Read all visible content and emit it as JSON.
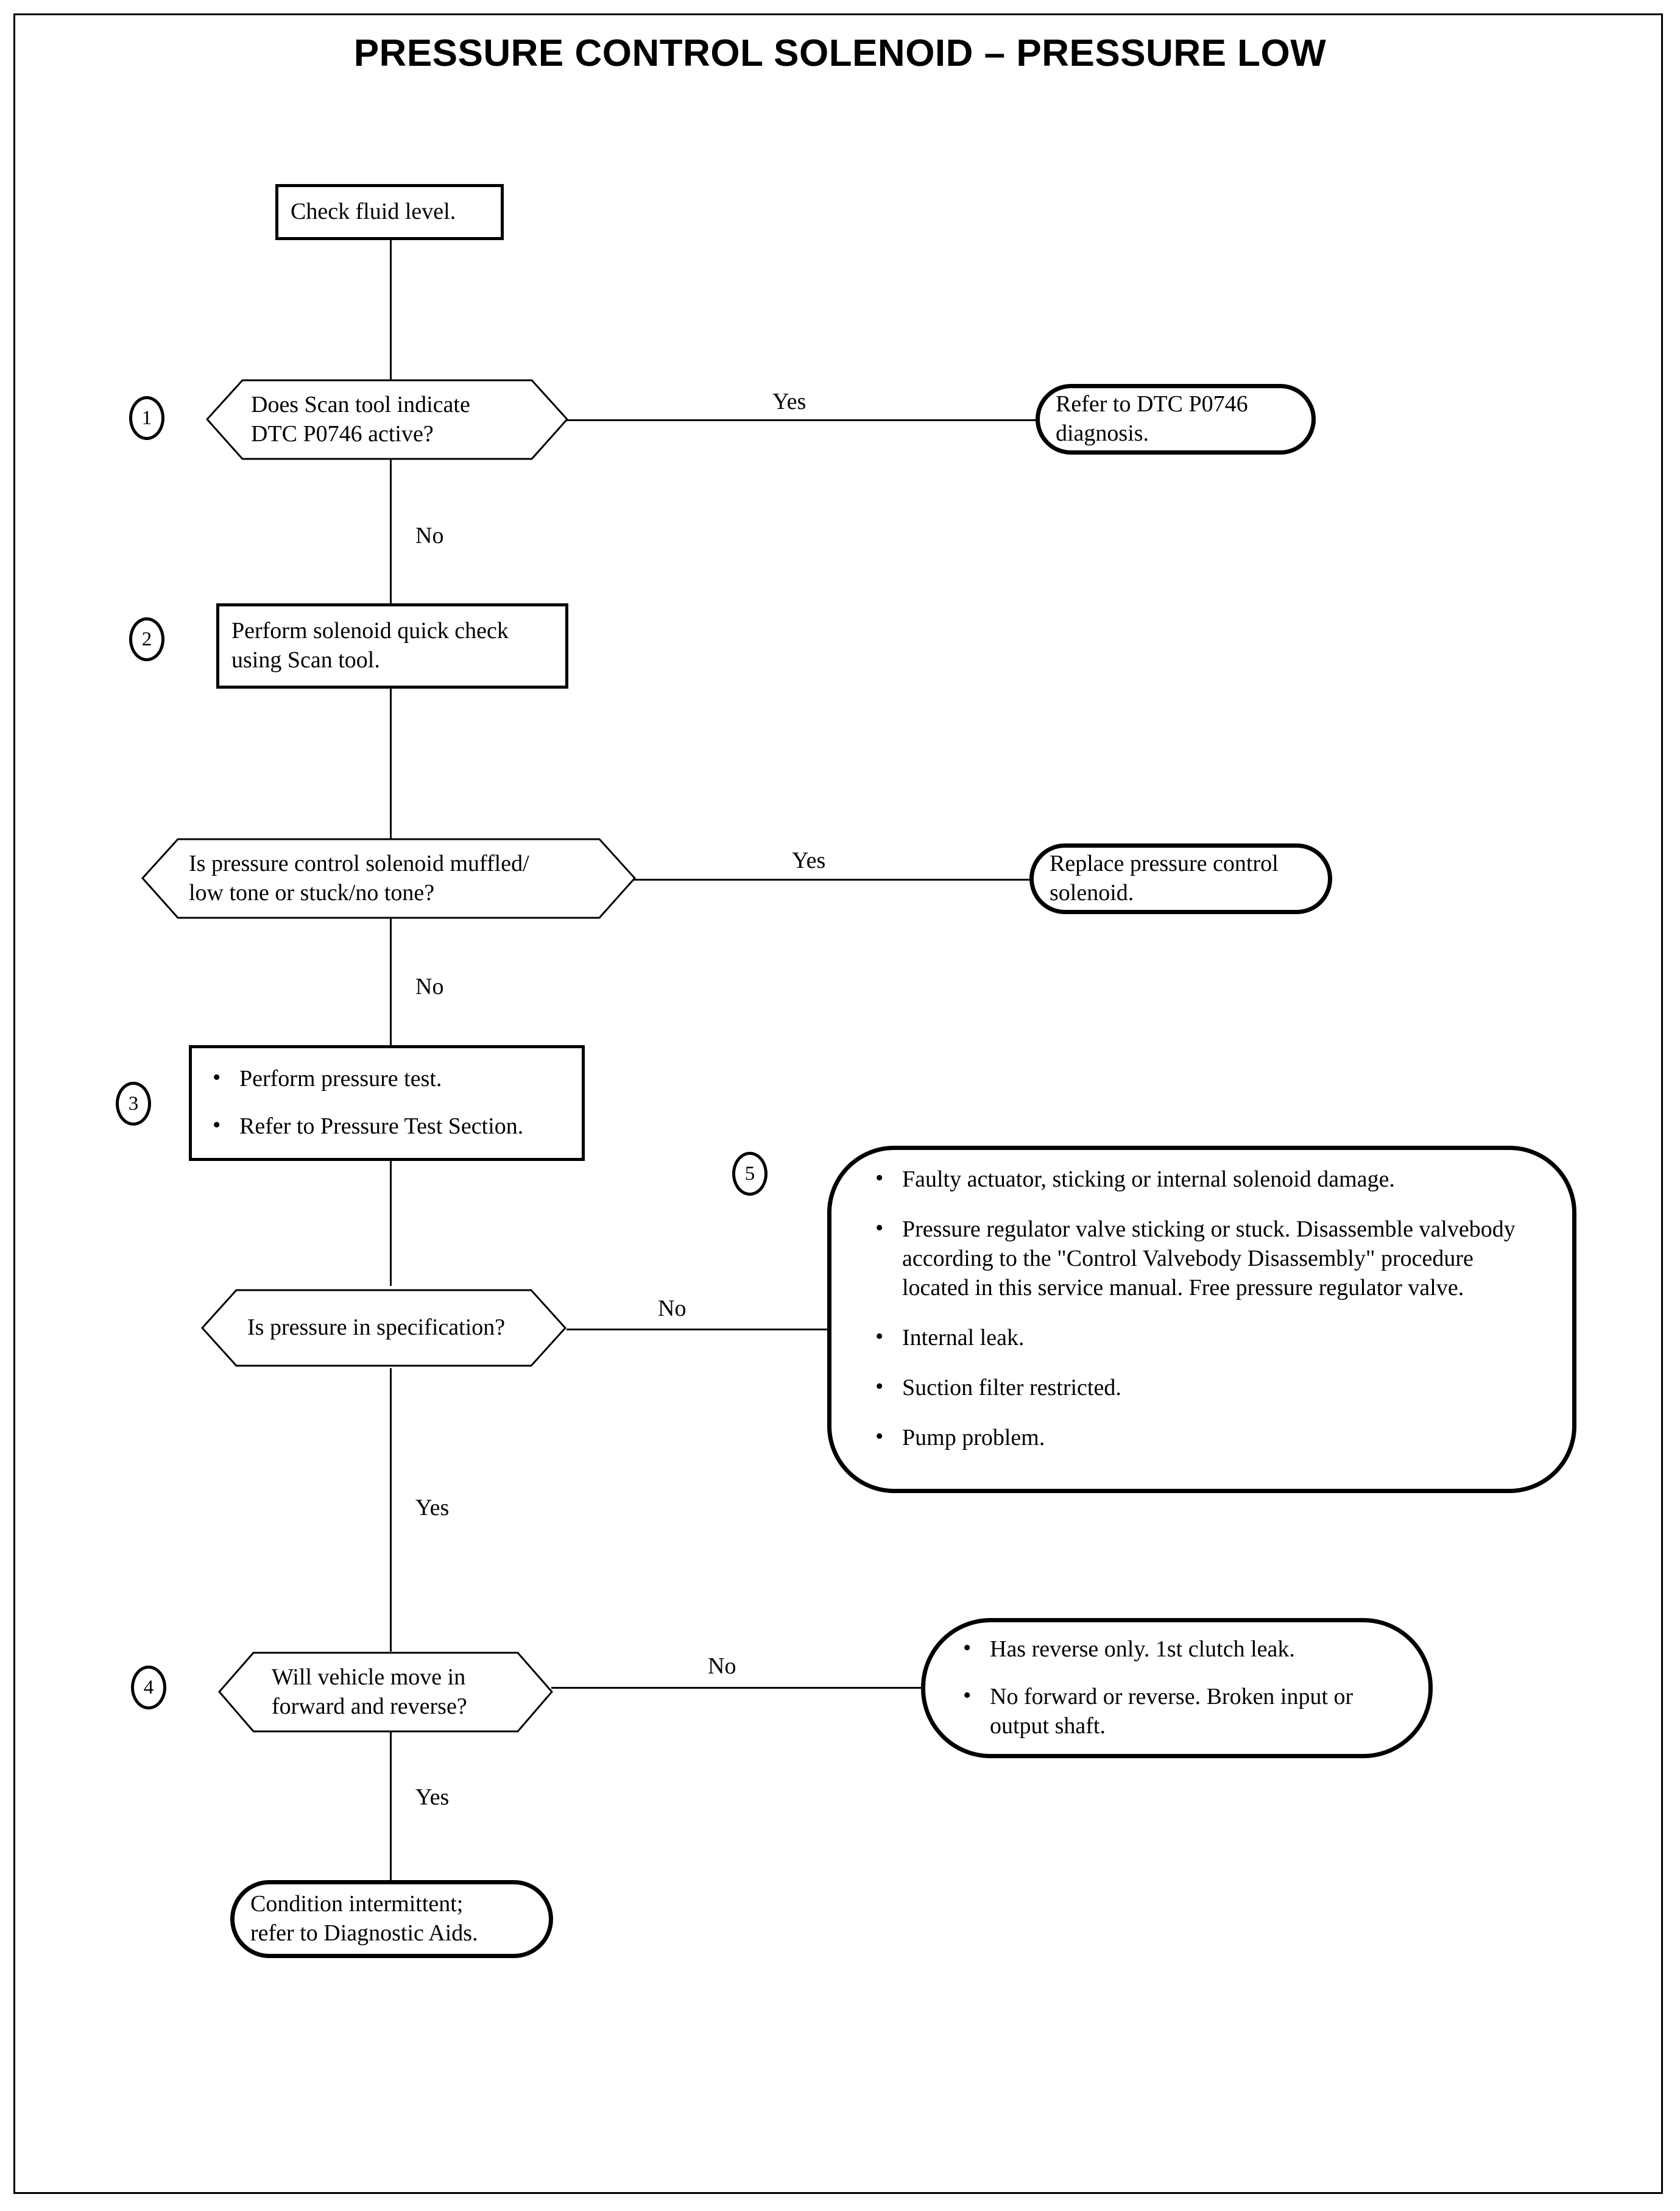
{
  "page": {
    "title": "PRESSURE CONTROL SOLENOID – PRESSURE LOW",
    "frame_color": "#000000",
    "background": "#ffffff",
    "text_color": "#000000"
  },
  "nodes": {
    "start": {
      "type": "process",
      "text": "Check fluid level."
    },
    "decision1": {
      "type": "decision",
      "marker": "1",
      "line1": "Does Scan tool indicate",
      "line2": "DTC P0746 active?"
    },
    "result1": {
      "type": "terminal",
      "line1": "Refer to DTC P0746",
      "line2": "diagnosis."
    },
    "step2": {
      "type": "process",
      "marker": "2",
      "line1": "Perform solenoid quick check",
      "line2": "using Scan tool."
    },
    "decision2": {
      "type": "decision",
      "line1": "Is pressure control solenoid muffled/",
      "line2": "low tone or stuck/no tone?"
    },
    "result2": {
      "type": "terminal",
      "line1": "Replace pressure control",
      "line2": "solenoid."
    },
    "step3": {
      "type": "process",
      "marker": "3",
      "bullets": [
        "Perform pressure test.",
        "Refer to Pressure Test Section."
      ]
    },
    "decision3": {
      "type": "decision",
      "line1": "Is pressure in specification?"
    },
    "causes5": {
      "type": "terminal",
      "marker": "5",
      "bullets": [
        "Faulty actuator, sticking or internal solenoid damage.",
        "Pressure regulator valve sticking or stuck. Disassemble valvebody according to the \"Control Valvebody Disassembly\" procedure located in this service manual. Free pressure regulator valve.",
        "Internal leak.",
        "Suction filter restricted.",
        "Pump problem."
      ]
    },
    "decision4": {
      "type": "decision",
      "marker": "4",
      "line1": "Will vehicle move in",
      "line2": "forward and reverse?"
    },
    "causes4": {
      "type": "terminal",
      "bullets": [
        "Has reverse only. 1st clutch leak.",
        "No forward or reverse. Broken input or output shaft."
      ]
    },
    "end": {
      "type": "terminal",
      "line1": "Condition intermittent;",
      "line2": "refer to Diagnostic Aids."
    }
  },
  "branches": {
    "d1_yes": "Yes",
    "d1_no": "No",
    "d2_yes": "Yes",
    "d2_no": "No",
    "d3_no": "No",
    "d3_yes": "Yes",
    "d4_no": "No",
    "d4_yes": "Yes"
  }
}
